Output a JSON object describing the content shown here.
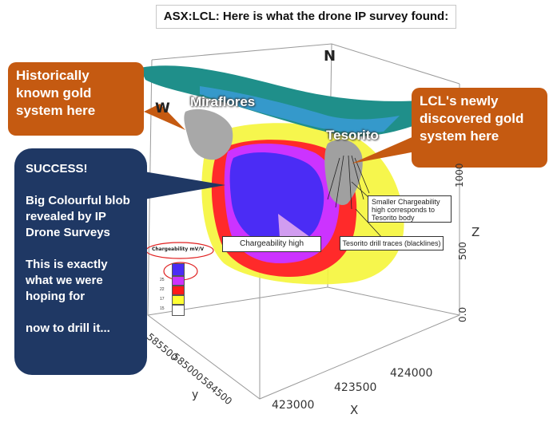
{
  "title": "ASX:LCL: Here is what the drone IP survey found:",
  "callouts": {
    "historic": "Historically known gold system here",
    "newly": "LCL's newly discovered gold system here"
  },
  "success": {
    "heading": "SUCCESS!",
    "line1": "Big Colourful blob revealed by IP Drone Surveys",
    "line2": "This is exactly what we were hoping for",
    "line3": "now to drill it..."
  },
  "places": {
    "miraflores": "Miraflores",
    "tesorito": "Tesorito"
  },
  "compass": {
    "north": "N",
    "west": "W"
  },
  "annotations": {
    "chargeability_high": "Chargeability high",
    "smaller_high": "Smaller Chargeability high corresponds to Tesorito body",
    "drill_traces": "Tesorito drill traces (blacklines)"
  },
  "legend": {
    "title": "Chargeability mV/V",
    "colors": [
      "#4b2cf5",
      "#cc33ff",
      "#ff1a1a",
      "#ffff33",
      "#ffffff"
    ],
    "values": [
      "",
      "25",
      "22",
      "17",
      "15"
    ]
  },
  "axes": {
    "z": {
      "label": "Z",
      "ticks": [
        "1000",
        "500",
        "0.0"
      ]
    },
    "x": {
      "label": "X",
      "ticks": [
        "423000",
        "423500",
        "424000"
      ]
    },
    "y": {
      "label": "y",
      "ticks": [
        "585500",
        "585000",
        "584500"
      ]
    }
  },
  "colors": {
    "orange": "#c55a11",
    "navy": "#1f3864",
    "teal": "#1f8f8a",
    "cyan": "#3a9bd6"
  }
}
